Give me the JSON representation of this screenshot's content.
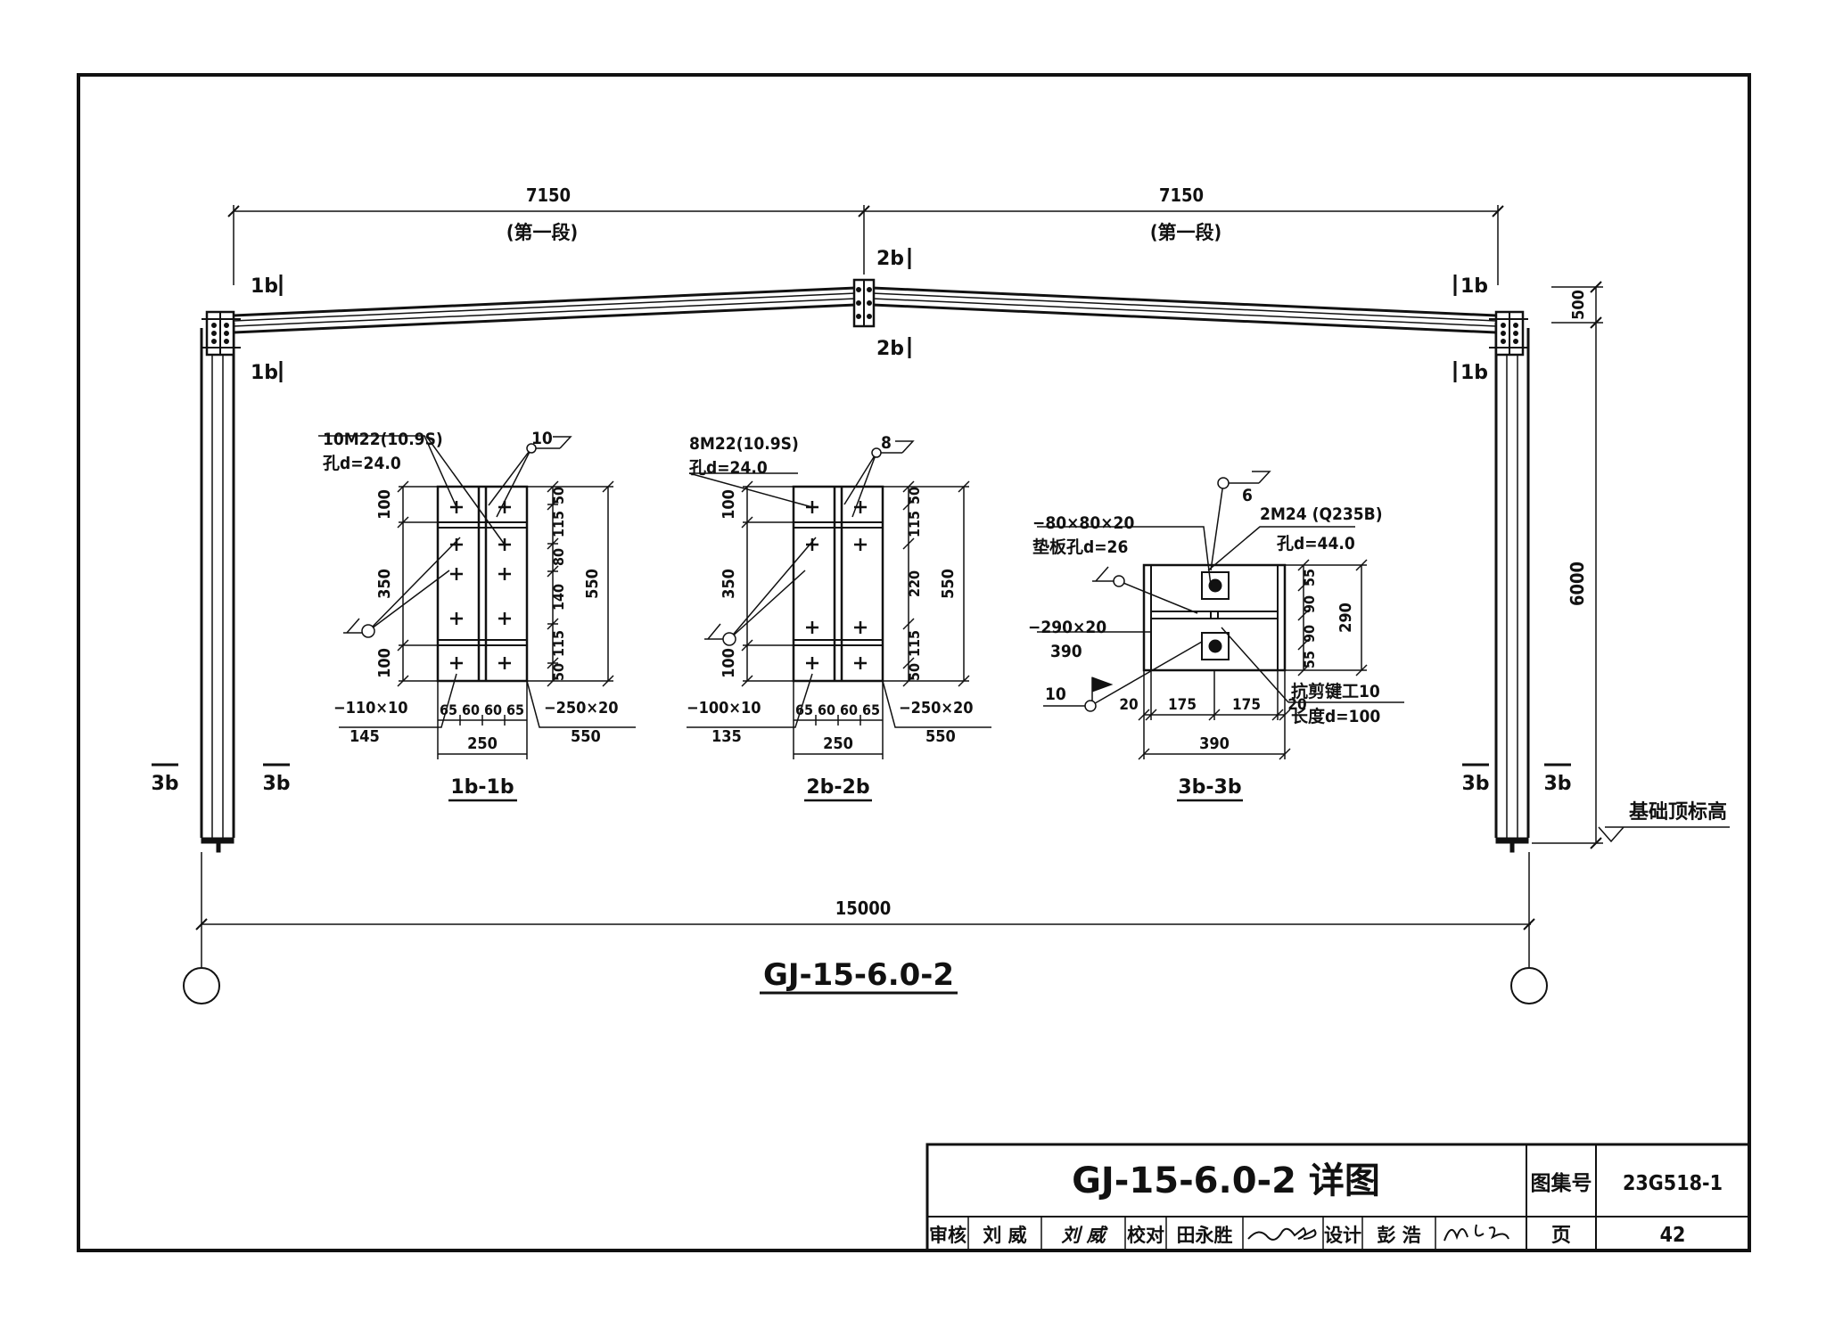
{
  "frame_label": "GJ-15-6.0-2",
  "dims": {
    "left_span": "7150",
    "right_span": "7150",
    "left_segment": "(第一段)",
    "right_segment": "(第一段)",
    "total_span": "15000",
    "height": "6000",
    "haunch": "500"
  },
  "section_marks": {
    "m1b": "1b",
    "m2b": "2b",
    "m3b": "3b"
  },
  "foundation_label": "基础顶标高",
  "sec_1b": {
    "title": "1b-1b",
    "bolts": "10M22(10.9S)",
    "hole": "孔d=24.0",
    "weld": "10",
    "plate_left_a": "−110×10",
    "plate_left_b": "145",
    "plate_right_a": "−250×20",
    "plate_right_b": "550",
    "left_dims": [
      "100",
      "350",
      "100"
    ],
    "right_dims": [
      "50",
      "115",
      "80",
      "140",
      "115",
      "50"
    ],
    "total_h": "550",
    "bottom_dims": [
      "65",
      "60",
      "60",
      "65"
    ],
    "total_w": "250"
  },
  "sec_2b": {
    "title": "2b-2b",
    "bolts": "8M22(10.9S)",
    "hole": "孔d=24.0",
    "weld": "8",
    "plate_left_a": "−100×10",
    "plate_left_b": "135",
    "plate_right_a": "−250×20",
    "plate_right_b": "550",
    "left_dims": [
      "100",
      "350",
      "100"
    ],
    "right_dims": [
      "50",
      "115",
      "220",
      "115",
      "50"
    ],
    "total_h": "550",
    "bottom_dims": [
      "65",
      "60",
      "60",
      "65"
    ],
    "total_w": "250"
  },
  "sec_3b": {
    "title": "3b-3b",
    "weld": "6",
    "washer_a": "−80×80×20",
    "washer_b": "垫板孔d=26",
    "bolts": "2M24 (Q235B)",
    "hole": "孔d=44.0",
    "plate_a": "−290×20",
    "plate_b": "390",
    "weld2": "10",
    "shear_key_a": "抗剪键工10",
    "shear_key_b": "长度d=100",
    "right_dims": [
      "55",
      "90",
      "90",
      "55"
    ],
    "total_h": "290",
    "bottom_dims": [
      "20",
      "175",
      "175",
      "20"
    ],
    "total_w": "390"
  },
  "title_block": {
    "title": "GJ-15-6.0-2 详图",
    "atlas_label": "图集号",
    "atlas_no": "23G518-1",
    "review_label": "审核",
    "reviewer": "刘 威",
    "reviewer_sig": "刘 威",
    "check_label": "校对",
    "checker": "田永胜",
    "design_label": "设计",
    "designer": "彭 浩",
    "page_label": "页",
    "page_no": "42"
  }
}
